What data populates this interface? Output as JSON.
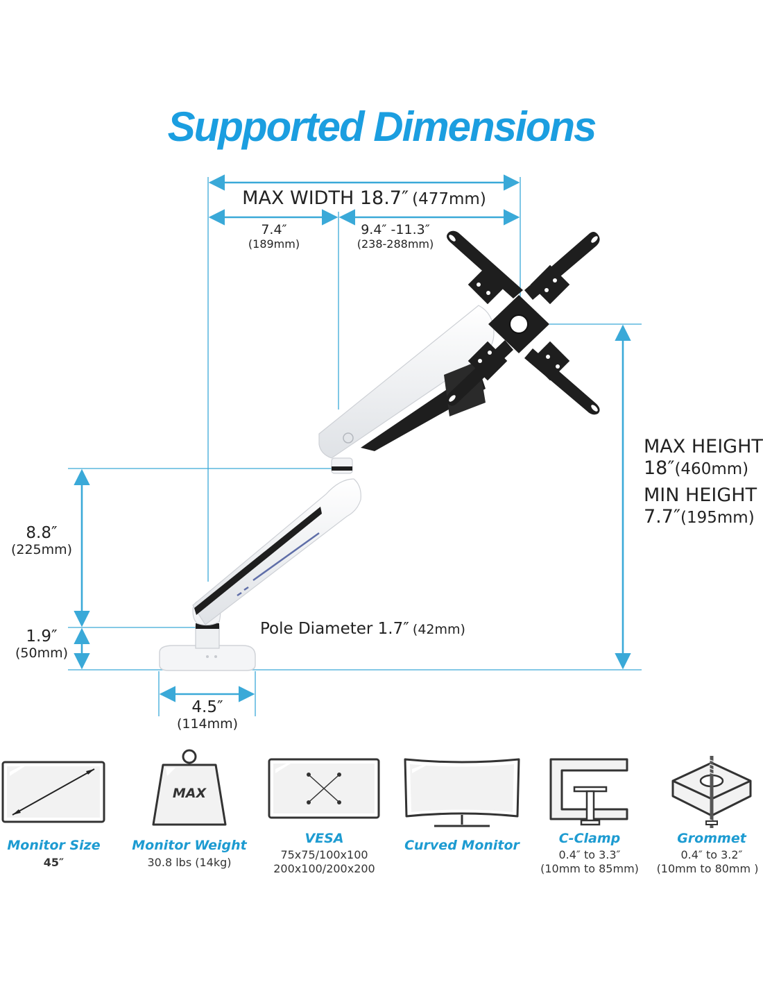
{
  "title": "Supported Dimensions",
  "dimensions": {
    "max_width": "MAX WIDTH 18.7″",
    "max_width_mm": "(477mm)",
    "arm1": "7.4″",
    "arm1_mm": "(189mm)",
    "arm2": "9.4″ -11.3″",
    "arm2_mm": "(238-288mm)",
    "max_height_label": "MAX HEIGHT",
    "max_height": "18″",
    "max_height_mm": "(460mm)",
    "min_height_label": "MIN HEIGHT",
    "min_height": "7.7″",
    "min_height_mm": "(195mm)",
    "pole_height": "8.8″",
    "pole_height_mm": "(225mm)",
    "base_height": "1.9″",
    "base_height_mm": "(50mm)",
    "pole_diameter": "Pole Diameter 1.7″",
    "pole_diameter_mm": "(42mm)",
    "base_width": "4.5″",
    "base_width_mm": "(114mm)"
  },
  "features": [
    {
      "id": "monitor-size",
      "title": "Monitor Size",
      "lines": [
        "45″"
      ]
    },
    {
      "id": "monitor-weight",
      "title": "Monitor Weight",
      "lines": [
        "30.8 lbs (14kg)"
      ],
      "icon_text": "MAX"
    },
    {
      "id": "vesa",
      "title": "VESA",
      "lines": [
        "75x75/100x100",
        "200x100/200x200"
      ]
    },
    {
      "id": "curved-monitor",
      "title": "Curved Monitor",
      "lines": []
    },
    {
      "id": "c-clamp",
      "title": "C-Clamp",
      "lines": [
        "0.4″ to 3.3″",
        "(10mm to 85mm)"
      ]
    },
    {
      "id": "grommet",
      "title": "Grommet",
      "lines": [
        "0.4″ to 3.2″",
        "(10mm to 80mm )"
      ]
    }
  ],
  "colors": {
    "accent": "#1b9ee0",
    "dimension_line": "#3aa9d8",
    "arm_white": "#f2f3f5",
    "plate_black": "#1e1e1e"
  }
}
